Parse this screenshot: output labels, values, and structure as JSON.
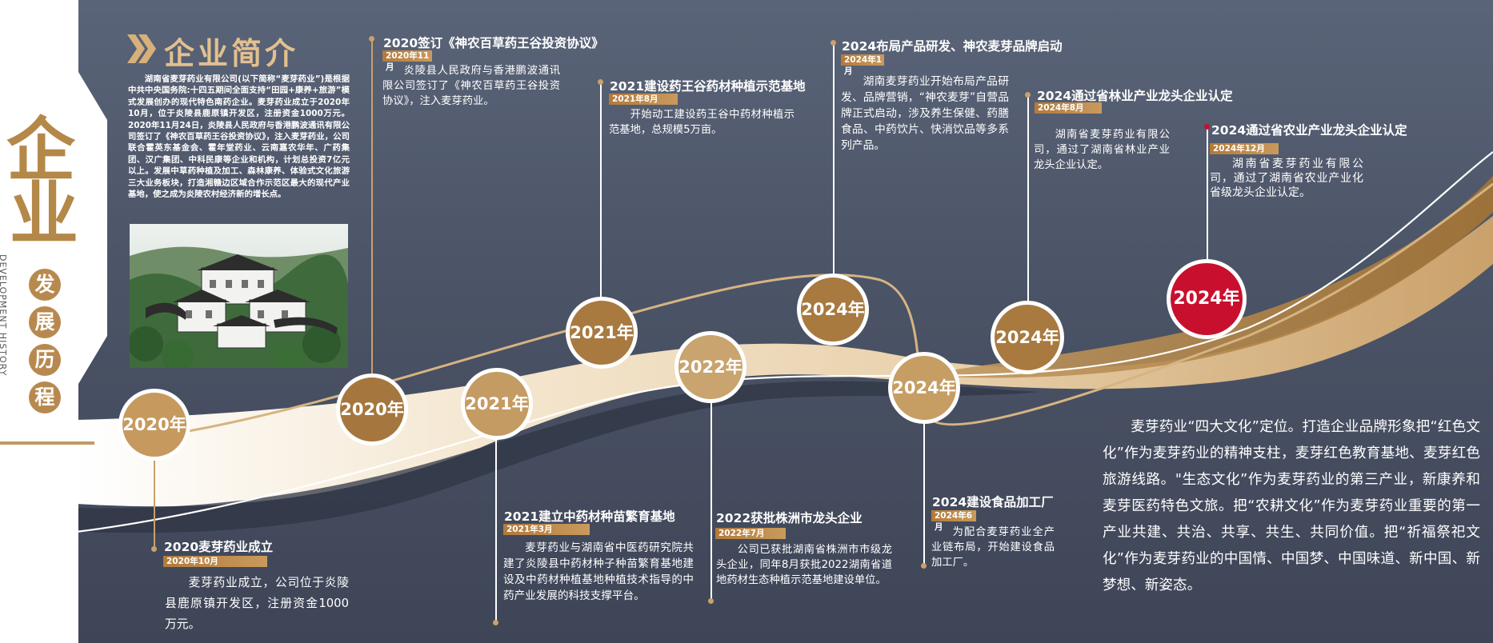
{
  "side": {
    "char_1": "企",
    "char_2": "业",
    "small_chars": [
      "发",
      "展",
      "历",
      "程"
    ],
    "english": "DEVELOPMENT HISTORY"
  },
  "intro": {
    "title": "企业简介",
    "text": "湖南省麦芽药业有限公司(以下简称“麦芽药业”)是根据中共中央国务院:十四五期间全面支持“田园+康养+旅游”模式发展创办的现代特色南药企业。麦芽药业成立于2020年10月，位于炎陵县鹿原镇开发区，注册资金1000万元。2020年11月24日，炎陵县人民政府与香港鹏波通讯有限公司签订了《神农百草药王谷投资协议》，注入麦芽药业，公司联合霍英东基金会、霍年堂药业、云南嘉农华年、广药集团、汉广集团、中科民康等企业和机构，计划总投资7亿元以上。发展中草药种植及加工、森林康养、体验式文化旅游三大业务板块，打造湘赣边区域合作示范区最大的现代产业基地，使之成为炎陵农村经济新的增长点。"
  },
  "circles": [
    "2020年",
    "2020年",
    "2021年",
    "2021年",
    "2022年",
    "2024年",
    "2024年",
    "2024年",
    "2024年"
  ],
  "events": [
    {
      "title": "2020麦芽药业成立",
      "date": "2020年10月",
      "text": "麦芽药业成立，公司位于炎陵县鹿原镇开发区，注册资金1000万元。"
    },
    {
      "title": "2020签订《神农百草药王谷投资协议》",
      "date": "2020年11月",
      "text": "炎陵县人民政府与香港鹏波通讯限公司签订了《神农百草药王谷投资协议》，注入麦芽药业。"
    },
    {
      "title": "2021建立中药材种苗繁育基地",
      "date": "2021年3月",
      "text": "麦芽药业与湖南省中医药研究院共建了炎陵县中药材种子种苗繁育基地建设及中药材种植基地种植技术指导的中药产业发展的科技支撑平台。"
    },
    {
      "title": "2021建设药王谷药材种植示范基地",
      "date": "2021年8月",
      "text": "开始动工建设药王谷中药材种植示范基地，总规模5万亩。"
    },
    {
      "title": "2022获批株洲市龙头企业",
      "date": "2022年7月",
      "text": "公司已获批湖南省株洲市市级龙头企业，同年8月获批2022湖南省道地药材生态种植示范基地建设单位。"
    },
    {
      "title": "2024布局产品研发、神农麦芽品牌启动",
      "date": "2024年1月",
      "text": "湖南麦芽药业开始布局产品研发、品牌营销，“神农麦芽”自营品牌正式启动，涉及养生保健、药膳食品、中药饮片、快消饮品等多系列产品。"
    },
    {
      "title": "2024建设食品加工厂",
      "date": "2024年6月",
      "text": "为配合麦芽药业全产业链布局，开始建设食品加工厂。"
    },
    {
      "title": "2024通过省林业产业龙头企业认定",
      "date": "2024年8月",
      "text": "湖南省麦芽药业有限公司，通过了湖南省林业产业龙头企业认定。"
    },
    {
      "title": "2024通过省农业产业龙头企业认定",
      "date": "2024年12月",
      "text": "湖南省麦芽药业有限公司，通过了湖南省农业产业化省级龙头企业认定。"
    }
  ],
  "culture": {
    "text": "麦芽药业“四大文化”定位。打造企业品牌形象把“红色文化”作为麦芽药业的精神支柱，麦芽红色教育基地、麦芽红色旅游线路。\"生态文化”作为麦芽药业的第三产业，新康养和麦芽医药特色文旅。把“农耕文化”作为麦芽药业重要的第一产业共建、共治、共享、共生、共同价值。把“祈福祭祀文化”作为麦芽药业的中国情、中国梦、中国味道、新中国、新梦想、新姿态。"
  },
  "colors": {
    "background": "#4e5668",
    "gold": "#b48848",
    "light_gold": "#e2c08f",
    "cream": "#f3e6d2",
    "highlight_red": "#c8102e"
  }
}
